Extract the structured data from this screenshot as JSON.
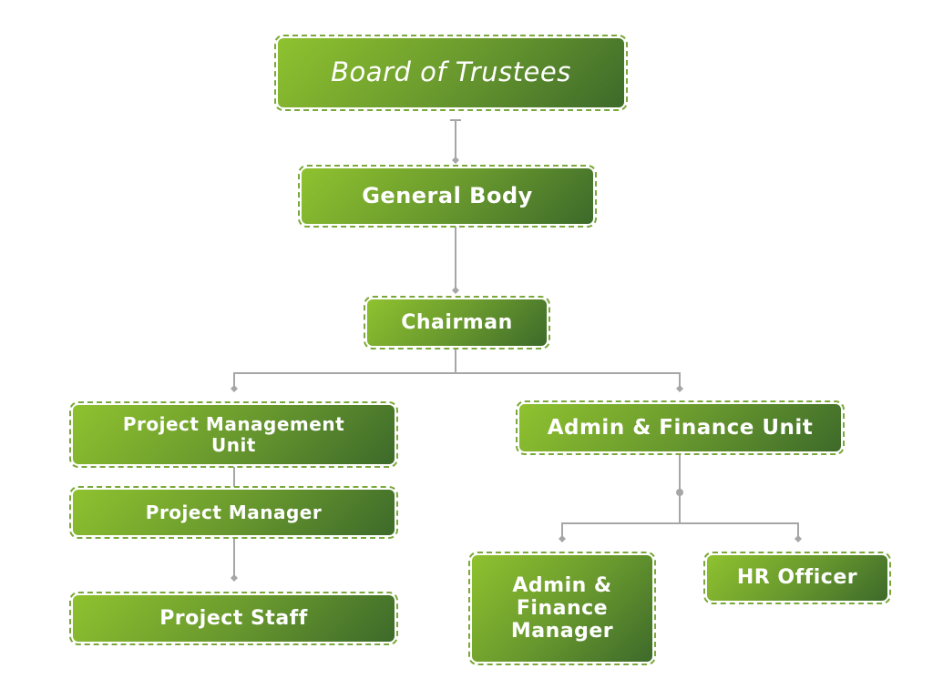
{
  "org_chart": {
    "board": "Board of Trustees",
    "general_body": "General Body",
    "chairman": "Chairman",
    "pmu": "Project Management Unit",
    "project_manager": "Project Manager",
    "project_staff": "Project Staff",
    "afu": "Admin & Finance Unit",
    "af_manager": "Admin & Finance Manager",
    "hr_officer": "HR Officer"
  },
  "colors": {
    "gradient_start": "#8fc22f",
    "gradient_end": "#3d6a2a",
    "connector": "#a6a6a6"
  }
}
